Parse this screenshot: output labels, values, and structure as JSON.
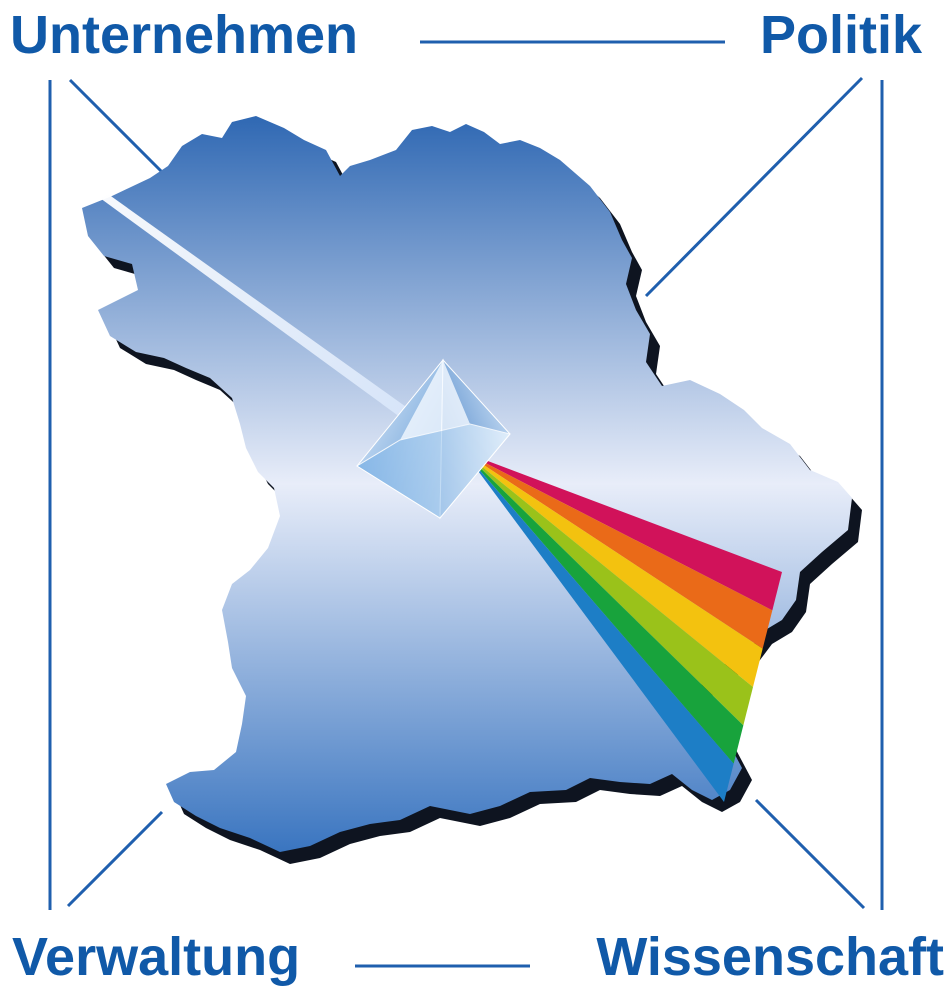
{
  "labels": {
    "top_left": "Unternehmen",
    "top_right": "Politik",
    "bottom_left": "Verwaltung",
    "bottom_right": "Wissenschaft"
  },
  "colors": {
    "label_text": "#1059a8",
    "connector_line": "#1f5fae",
    "map_top": "#2f68b3",
    "map_middle": "#e8edf9",
    "map_bottom": "#3a75c0",
    "map_shadow": "#0e1420",
    "light_ray": "#e6eefb",
    "spectrum": [
      "#d1125a",
      "#ea6a18",
      "#f3c20f",
      "#9ac21a",
      "#18a33c",
      "#1d7ec6"
    ]
  },
  "icons": {
    "map": "bavaria-map-icon",
    "prism": "prism-icon",
    "spectrum": "rainbow-spectrum-icon"
  }
}
